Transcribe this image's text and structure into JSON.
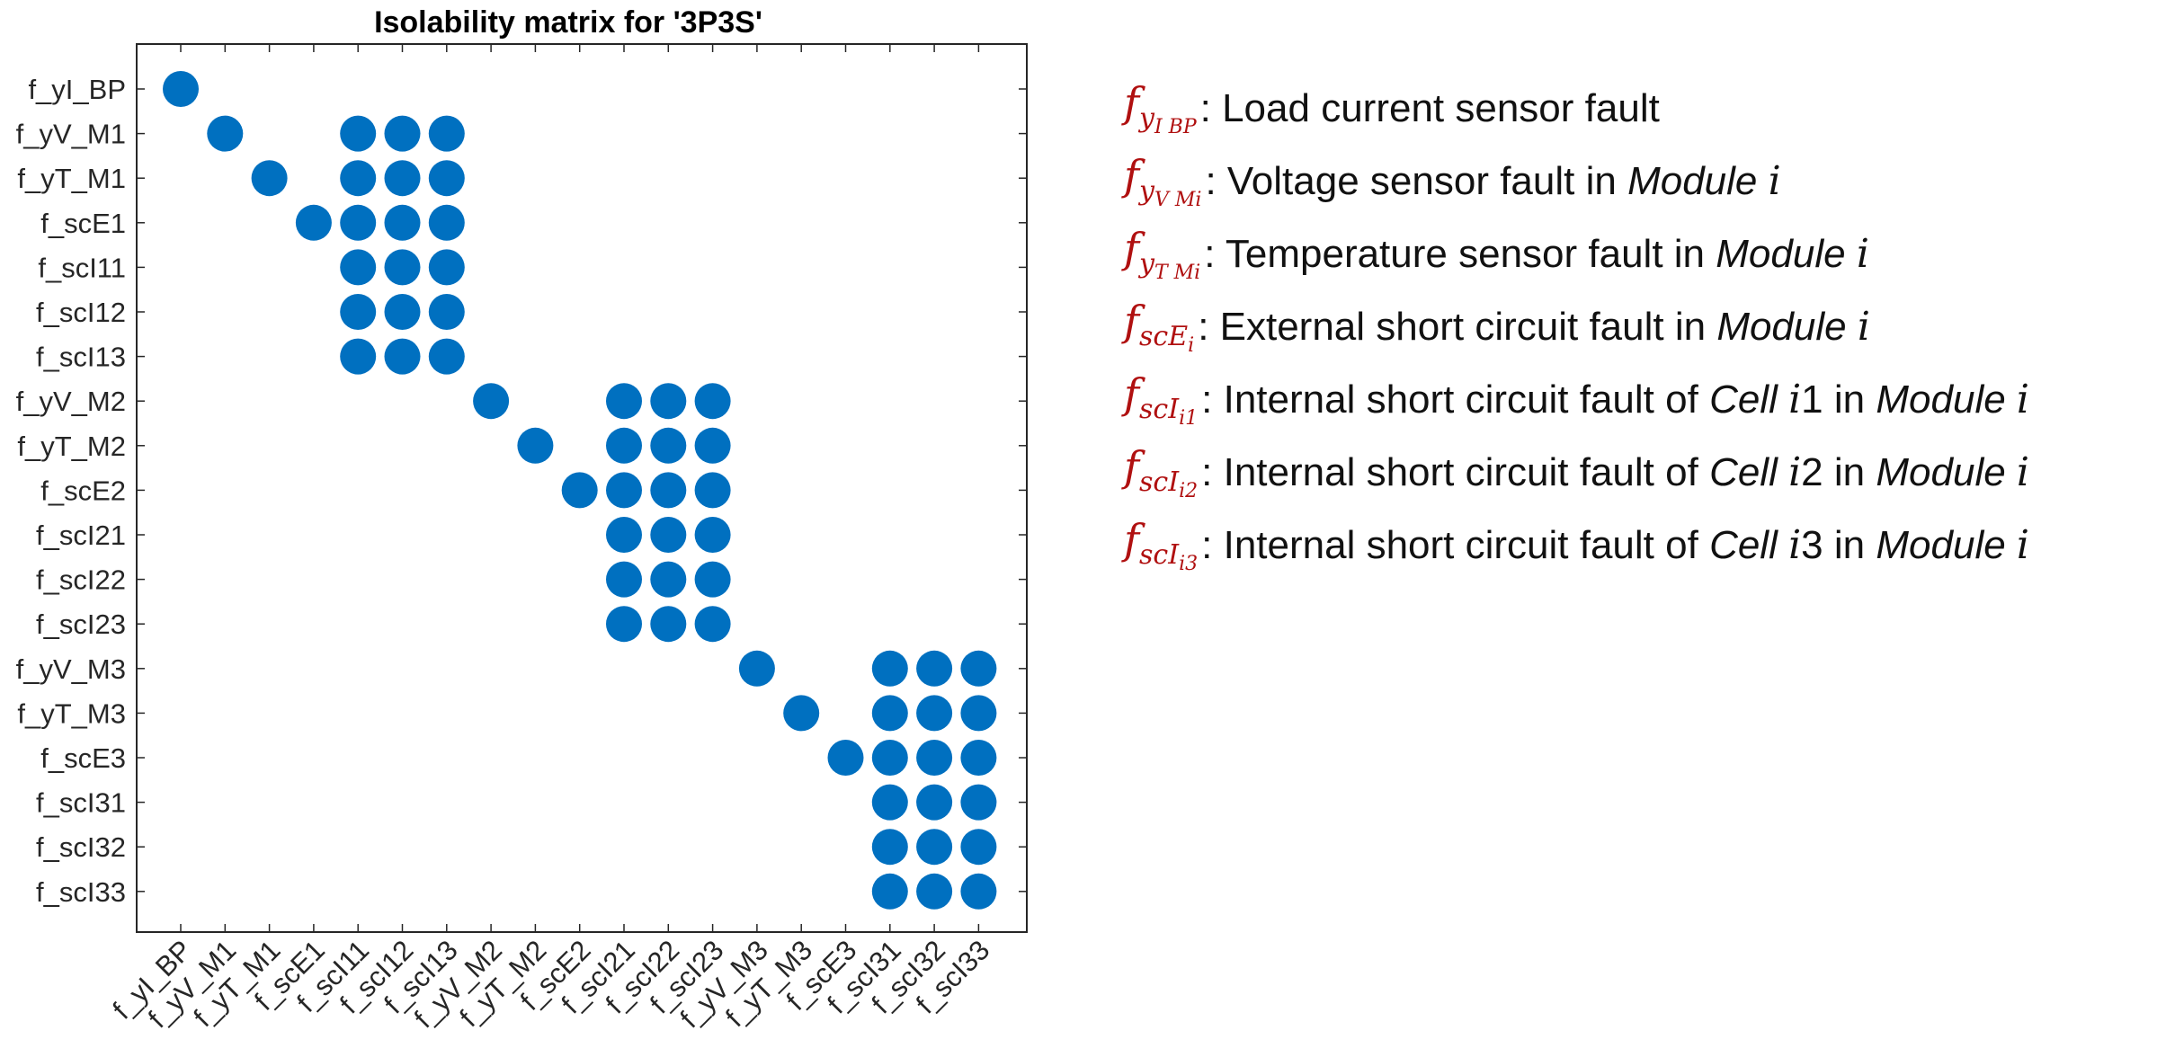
{
  "chart_data": {
    "type": "scatter",
    "title": "Isolability matrix for '3P3S'",
    "xlabel": "",
    "ylabel": "",
    "grid": false,
    "marker_color": "#0070C0",
    "labels": [
      "f_yI_BP",
      "f_yV_M1",
      "f_yT_M1",
      "f_scE1",
      "f_scI11",
      "f_scI12",
      "f_scI13",
      "f_yV_M2",
      "f_yT_M2",
      "f_scE2",
      "f_scI21",
      "f_scI22",
      "f_scI23",
      "f_yV_M3",
      "f_yT_M3",
      "f_scE3",
      "f_scI31",
      "f_scI32",
      "f_scI33"
    ],
    "points": [
      [
        1,
        1
      ],
      [
        2,
        2
      ],
      [
        2,
        5
      ],
      [
        2,
        6
      ],
      [
        2,
        7
      ],
      [
        3,
        3
      ],
      [
        3,
        5
      ],
      [
        3,
        6
      ],
      [
        3,
        7
      ],
      [
        4,
        4
      ],
      [
        4,
        5
      ],
      [
        4,
        6
      ],
      [
        4,
        7
      ],
      [
        5,
        5
      ],
      [
        5,
        6
      ],
      [
        5,
        7
      ],
      [
        6,
        5
      ],
      [
        6,
        6
      ],
      [
        6,
        7
      ],
      [
        7,
        5
      ],
      [
        7,
        6
      ],
      [
        7,
        7
      ],
      [
        8,
        8
      ],
      [
        8,
        11
      ],
      [
        8,
        12
      ],
      [
        8,
        13
      ],
      [
        9,
        9
      ],
      [
        9,
        11
      ],
      [
        9,
        12
      ],
      [
        9,
        13
      ],
      [
        10,
        10
      ],
      [
        10,
        11
      ],
      [
        10,
        12
      ],
      [
        10,
        13
      ],
      [
        11,
        11
      ],
      [
        11,
        12
      ],
      [
        11,
        13
      ],
      [
        12,
        11
      ],
      [
        12,
        12
      ],
      [
        12,
        13
      ],
      [
        13,
        11
      ],
      [
        13,
        12
      ],
      [
        13,
        13
      ],
      [
        14,
        14
      ],
      [
        14,
        17
      ],
      [
        14,
        18
      ],
      [
        14,
        19
      ],
      [
        15,
        15
      ],
      [
        15,
        17
      ],
      [
        15,
        18
      ],
      [
        15,
        19
      ],
      [
        16,
        16
      ],
      [
        16,
        17
      ],
      [
        16,
        18
      ],
      [
        16,
        19
      ],
      [
        17,
        17
      ],
      [
        17,
        18
      ],
      [
        17,
        19
      ],
      [
        18,
        17
      ],
      [
        18,
        18
      ],
      [
        18,
        19
      ],
      [
        19,
        17
      ],
      [
        19,
        18
      ],
      [
        19,
        19
      ]
    ]
  },
  "legend": {
    "color": "#b01010",
    "items": [
      {
        "symbol": "f",
        "sub": "y",
        "subsub": "I BP",
        "text": ": Load current sensor fault",
        "parts": []
      },
      {
        "symbol": "f",
        "sub": "y",
        "subsub": "V Mi",
        "text": ": Voltage sensor fault in ",
        "parts": [
          "Module",
          "i"
        ]
      },
      {
        "symbol": "f",
        "sub": "y",
        "subsub": "T Mi",
        "text": ": Temperature sensor fault in ",
        "parts": [
          "Module",
          "i"
        ]
      },
      {
        "symbol": "f",
        "sub": "scE",
        "subsub": "i",
        "text": ":  External short circuit fault in ",
        "parts": [
          "Module",
          "i"
        ]
      },
      {
        "symbol": "f",
        "sub": "scI",
        "subsub": "i1",
        "text": ": Internal short circuit fault of ",
        "parts": [
          "Cell",
          "i1",
          "in",
          "Module",
          "i"
        ]
      },
      {
        "symbol": "f",
        "sub": "scI",
        "subsub": "i2",
        "text": ": Internal short circuit fault of ",
        "parts": [
          "Cell",
          "i2",
          "in",
          "Module",
          "i"
        ]
      },
      {
        "symbol": "f",
        "sub": "scI",
        "subsub": "i3",
        "text": ": Internal short circuit fault of ",
        "parts": [
          "Cell",
          "i3",
          "in",
          "Module",
          "i"
        ]
      }
    ]
  }
}
